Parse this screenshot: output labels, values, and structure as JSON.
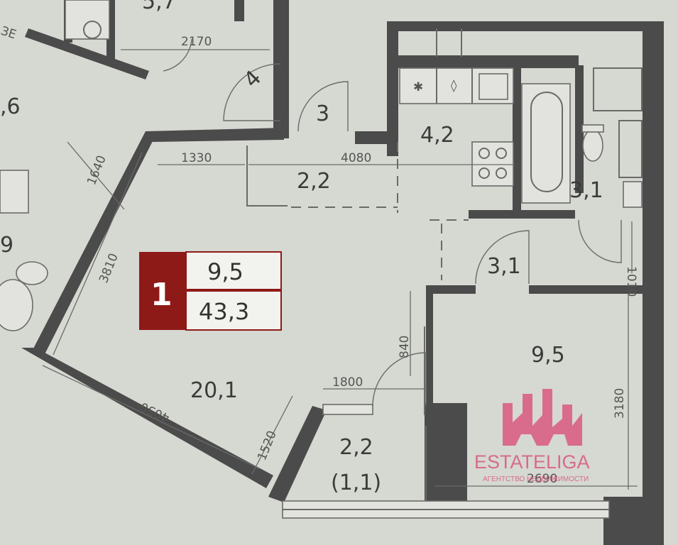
{
  "apartment": {
    "rooms": "1",
    "living_area": "9,5",
    "total_area": "43,3"
  },
  "rooms": {
    "main_room": "20,1",
    "kitchen": "4,2",
    "hall": "2,2",
    "bath": "3,1",
    "corridor": "3,1",
    "bedroom": "9,5",
    "loggia": "2,2",
    "loggia_reduced": "(1,1)",
    "neighbor_room_a": ",6",
    "neighbor_room_b": "9",
    "neighbor_top": "5,7",
    "stair_a": "4",
    "stair_b": "3"
  },
  "dimensions": [
    "2170",
    "1640",
    "1330",
    "4080",
    "3810",
    "1010",
    "840",
    "1800",
    "4050",
    "1520",
    "3180",
    "2690",
    "ЗЕ"
  ],
  "watermark": {
    "brand": "ESTATELIGA",
    "tagline": "АГЕНТСТВО НЕДВИЖИМОСТИ"
  },
  "colors": {
    "badge": "#8e1a17",
    "brand": "#d9547d",
    "wall": "#4a4b4a",
    "paper": "#d6d8d2"
  }
}
